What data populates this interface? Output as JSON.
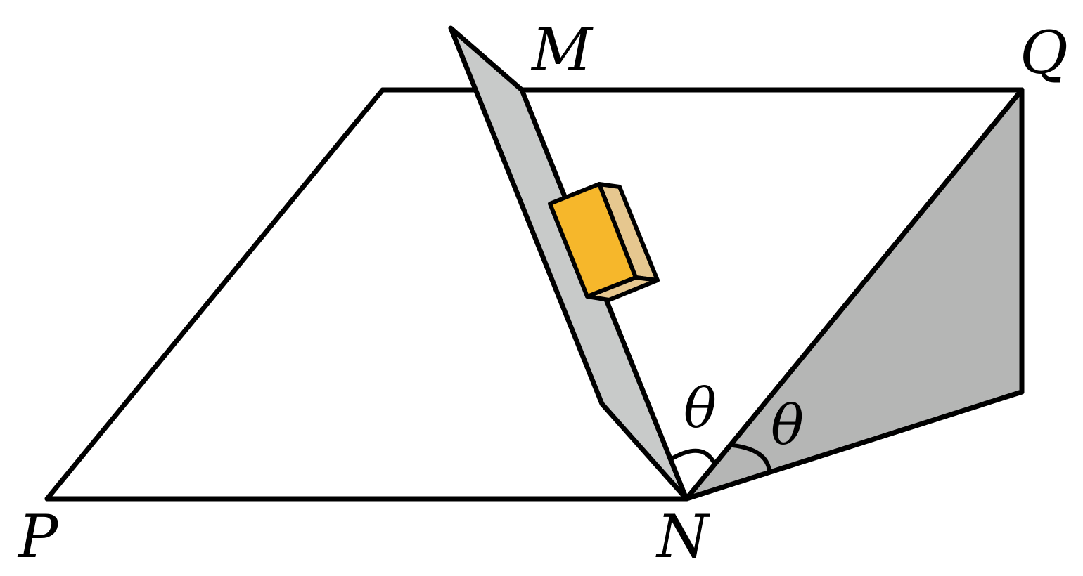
{
  "points": {
    "M": "M",
    "Q": "Q",
    "P": "P",
    "N": "N"
  },
  "angles": {
    "left": "θ",
    "right": "θ"
  },
  "colors": {
    "incline_plate": "#c8cac9",
    "right_face": "#b5b6b5",
    "block_front": "#f6b72b",
    "block_side": "#e6c78f",
    "line": "#000000",
    "background": "#ffffff"
  }
}
